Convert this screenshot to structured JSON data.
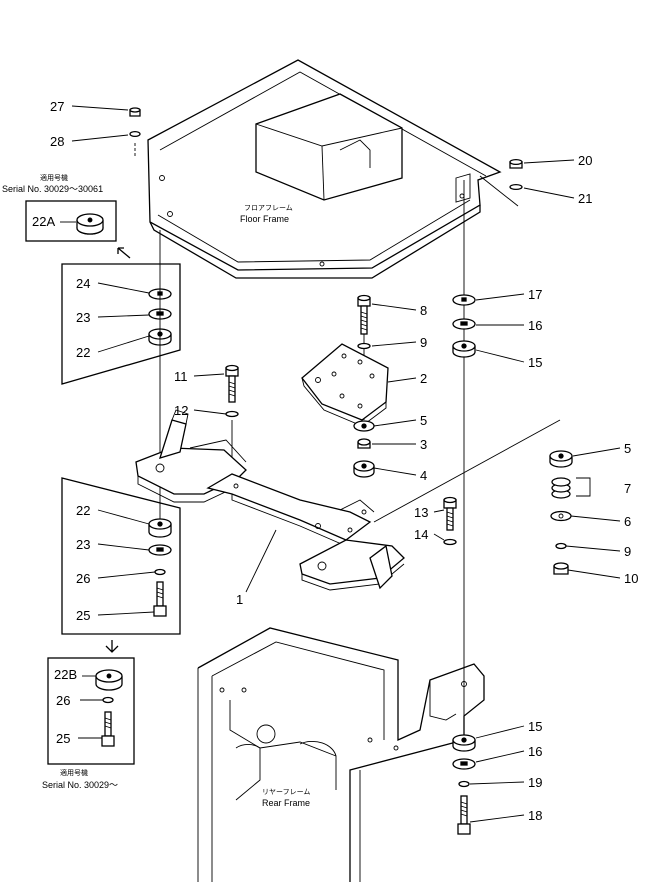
{
  "floor_frame": {
    "jp": "フロアフレーム",
    "en": "Floor Frame"
  },
  "rear_frame": {
    "jp": "リヤーフレーム",
    "en": "Rear Frame"
  },
  "inset_a": {
    "jp": "適用号機",
    "serial": "Serial No. 30029～30061",
    "part": "22A"
  },
  "inset_b": {
    "jp": "適用号機",
    "serial": "Serial No. 30029～",
    "part": "22B"
  },
  "callouts": {
    "c27": "27",
    "c28": "28",
    "c20": "20",
    "c21": "21",
    "c24": "24",
    "c23a": "23",
    "c22a": "22",
    "c8": "8",
    "c9a": "9",
    "c2": "2",
    "c17": "17",
    "c16a": "16",
    "c15a": "15",
    "c11": "11",
    "c12": "12",
    "c5a": "5",
    "c3": "3",
    "c4": "4",
    "c5b": "5",
    "c7": "7",
    "c6": "6",
    "c9b": "9",
    "c10": "10",
    "c22b": "22",
    "c23b": "23",
    "c26a": "26",
    "c25a": "25",
    "c13": "13",
    "c14": "14",
    "c1": "1",
    "c26b": "26",
    "c25b": "25",
    "c15b": "15",
    "c16b": "16",
    "c19": "19",
    "c18": "18"
  }
}
